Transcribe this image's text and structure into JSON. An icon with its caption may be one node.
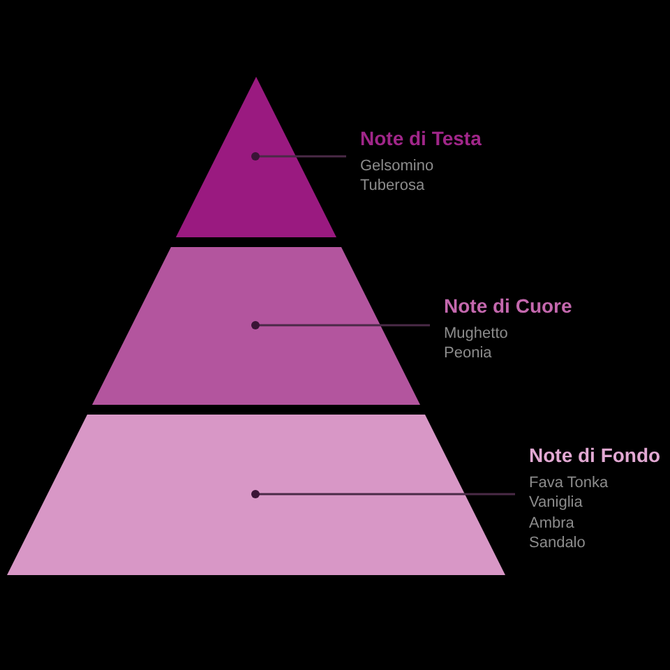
{
  "diagram": {
    "nodes": [
      {
        "text": [],
        "shape": "triangle"
      },
      {
        "text": [
          "Note di Testa",
          "Gelsomino",
          "Tuberosa"
        ]
      },
      {
        "text": [],
        "shape": "trapezoid"
      },
      {
        "text": [
          "Note di Cuore",
          "Mughetto",
          "Peonia"
        ]
      },
      {
        "text": [],
        "shape": "trapezoid"
      },
      {
        "text": [
          "Note di Fondo",
          "Fava Tonka",
          "Vaniglia",
          "Ambra",
          "Sandalo"
        ]
      }
    ],
    "edges": [
      {
        "from": 1,
        "to": 0,
        "arrow": "other"
      },
      {
        "from": 3,
        "to": 2,
        "arrow": "other"
      },
      {
        "from": 5,
        "to": 4,
        "arrow": "other"
      }
    ]
  }
}
